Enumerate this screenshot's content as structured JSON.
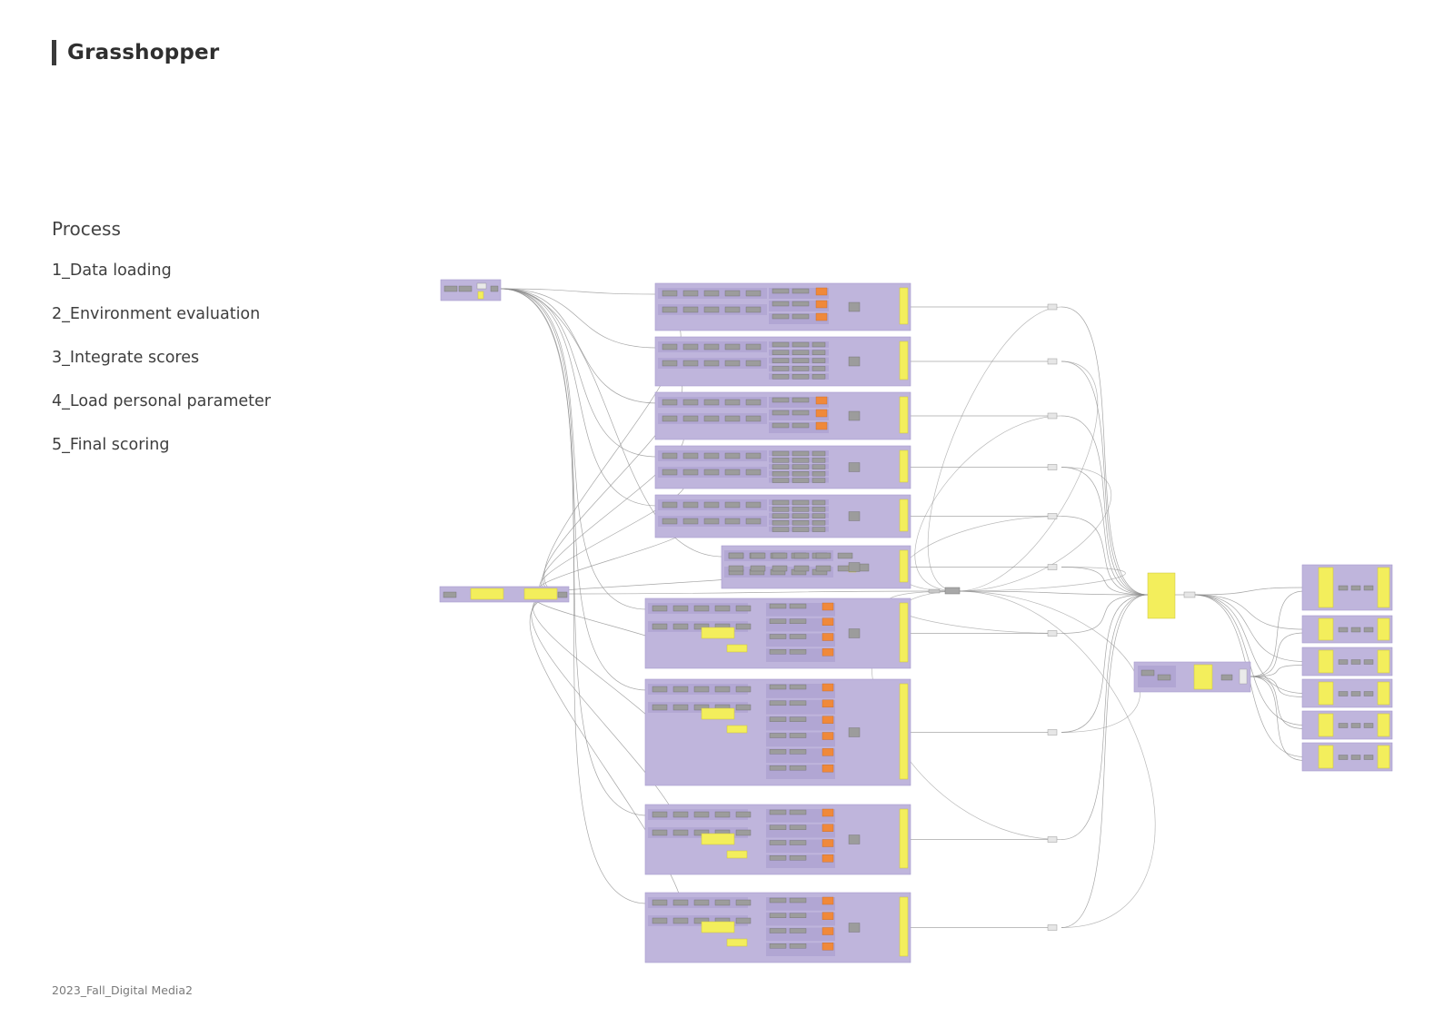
{
  "header": {
    "title": "Grasshopper"
  },
  "process": {
    "heading": "Process",
    "steps": [
      "1_Data loading",
      "2_Environment evaluation",
      "3_Integrate scores",
      "4_Load personal parameter",
      "5_Final scoring"
    ]
  },
  "footer": {
    "text": "2023_Fall_Digital Media2"
  },
  "colors": {
    "group_fill": "#bfb5dc",
    "group_border": "#a79bcf",
    "panel_yellow": "#f3ee5c",
    "param_orange": "#f0893a",
    "component_gray": "#9c9c9c",
    "wire_gray": "#8a8a8a"
  }
}
